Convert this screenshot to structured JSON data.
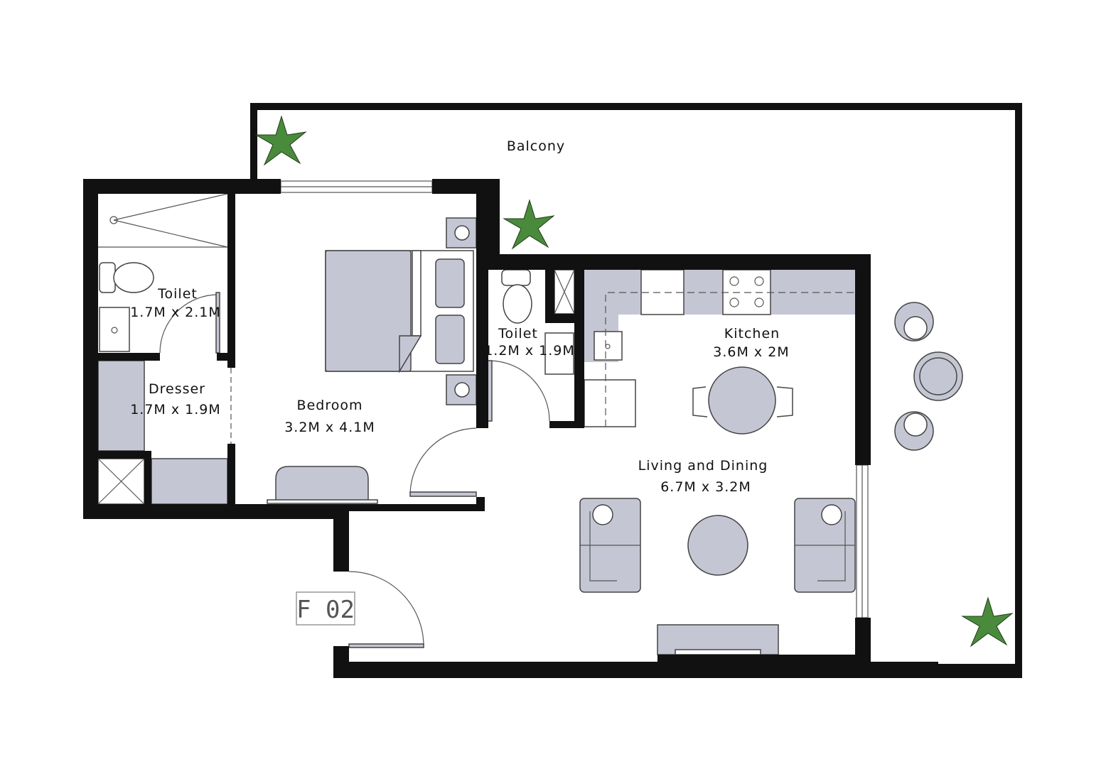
{
  "plan": {
    "unit_tag": "F 02",
    "rooms": [
      {
        "name": "Balcony",
        "size": ""
      },
      {
        "name": "Toilet",
        "size": "1.7M x 2.1M"
      },
      {
        "name": "Dresser",
        "size": "1.7M x 1.9M"
      },
      {
        "name": "Bedroom",
        "size": "3.2M x 4.1M"
      },
      {
        "name": "Toilet",
        "size": "1.2M x 1.9M"
      },
      {
        "name": "Kitchen",
        "size": "3.6M x 2M"
      },
      {
        "name": "Living and Dining",
        "size": "6.7M x 3.2M"
      }
    ],
    "colors": {
      "wall": "#111111",
      "furniture": "#c4c7d3",
      "plant": "#4a8a3c"
    }
  }
}
